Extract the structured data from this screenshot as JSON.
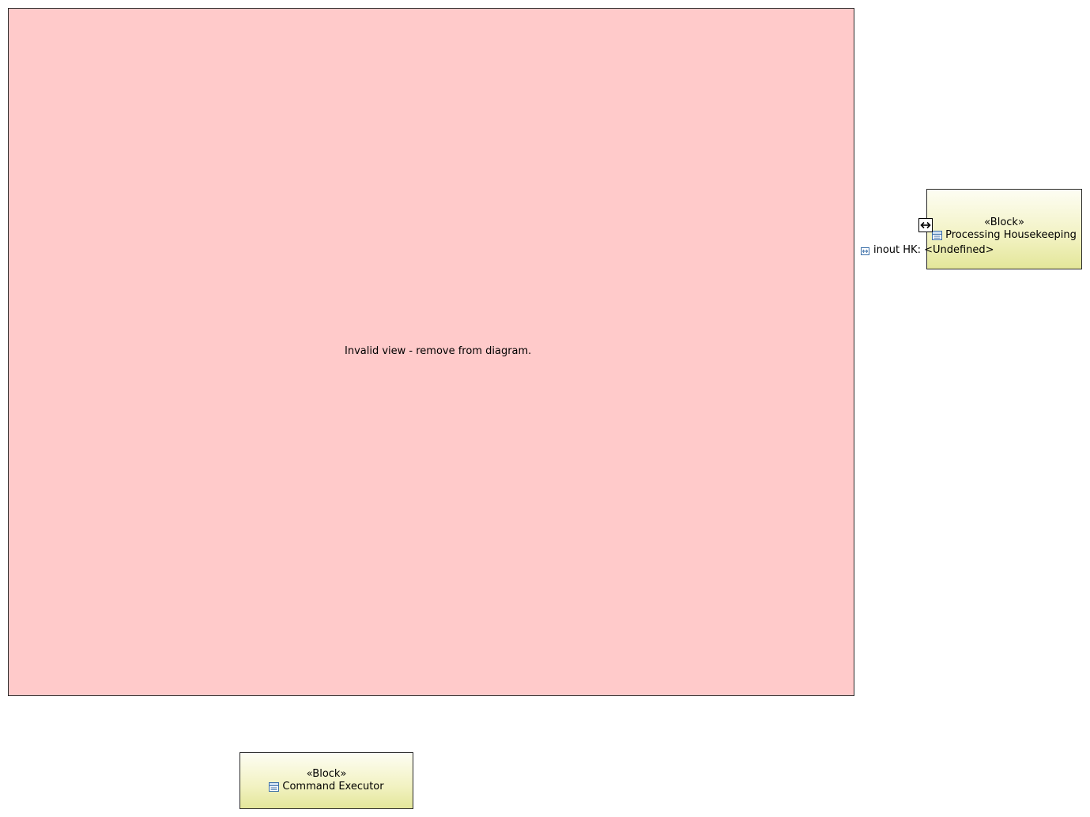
{
  "invalid_view": {
    "message": "Invalid view - remove from diagram.",
    "fill_color": "#ffcaca"
  },
  "blocks": [
    {
      "stereotype": "«Block»",
      "name": "Processing Housekeeping",
      "icon": "block-icon"
    },
    {
      "stereotype": "«Block»",
      "name": "Command Executor",
      "icon": "block-icon"
    }
  ],
  "port": {
    "icon": "bidirectional-port-icon",
    "label": "inout HK: <Undefined>",
    "label_icon": "port-icon"
  },
  "colors": {
    "block_top": "#fdfdf3",
    "block_bottom": "#e3e69a",
    "border": "#2a2a2a"
  }
}
